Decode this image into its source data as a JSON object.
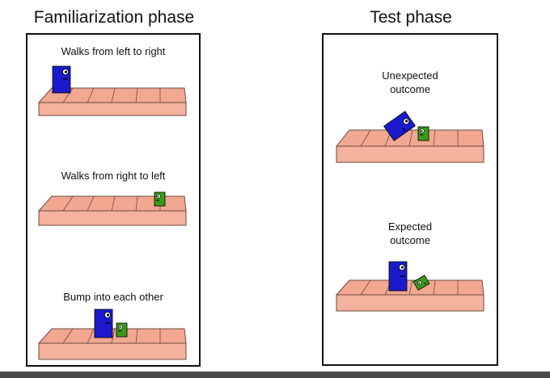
{
  "familiarization": {
    "title": "Familiarization phase",
    "scenes": [
      {
        "caption": "Walks from left to right"
      },
      {
        "caption": "Walks from right to left"
      },
      {
        "caption": "Bump into each other"
      }
    ]
  },
  "test": {
    "title": "Test phase",
    "scenes": [
      {
        "caption": "Unexpected\noutcome"
      },
      {
        "caption": "Expected\noutcome"
      }
    ]
  },
  "colors": {
    "platform_top": "#f2a791",
    "platform_front": "#f4b19c",
    "platform_stroke": "#6b4a40",
    "blue_agent": "#1a1acc",
    "green_agent": "#3a9a1a"
  }
}
